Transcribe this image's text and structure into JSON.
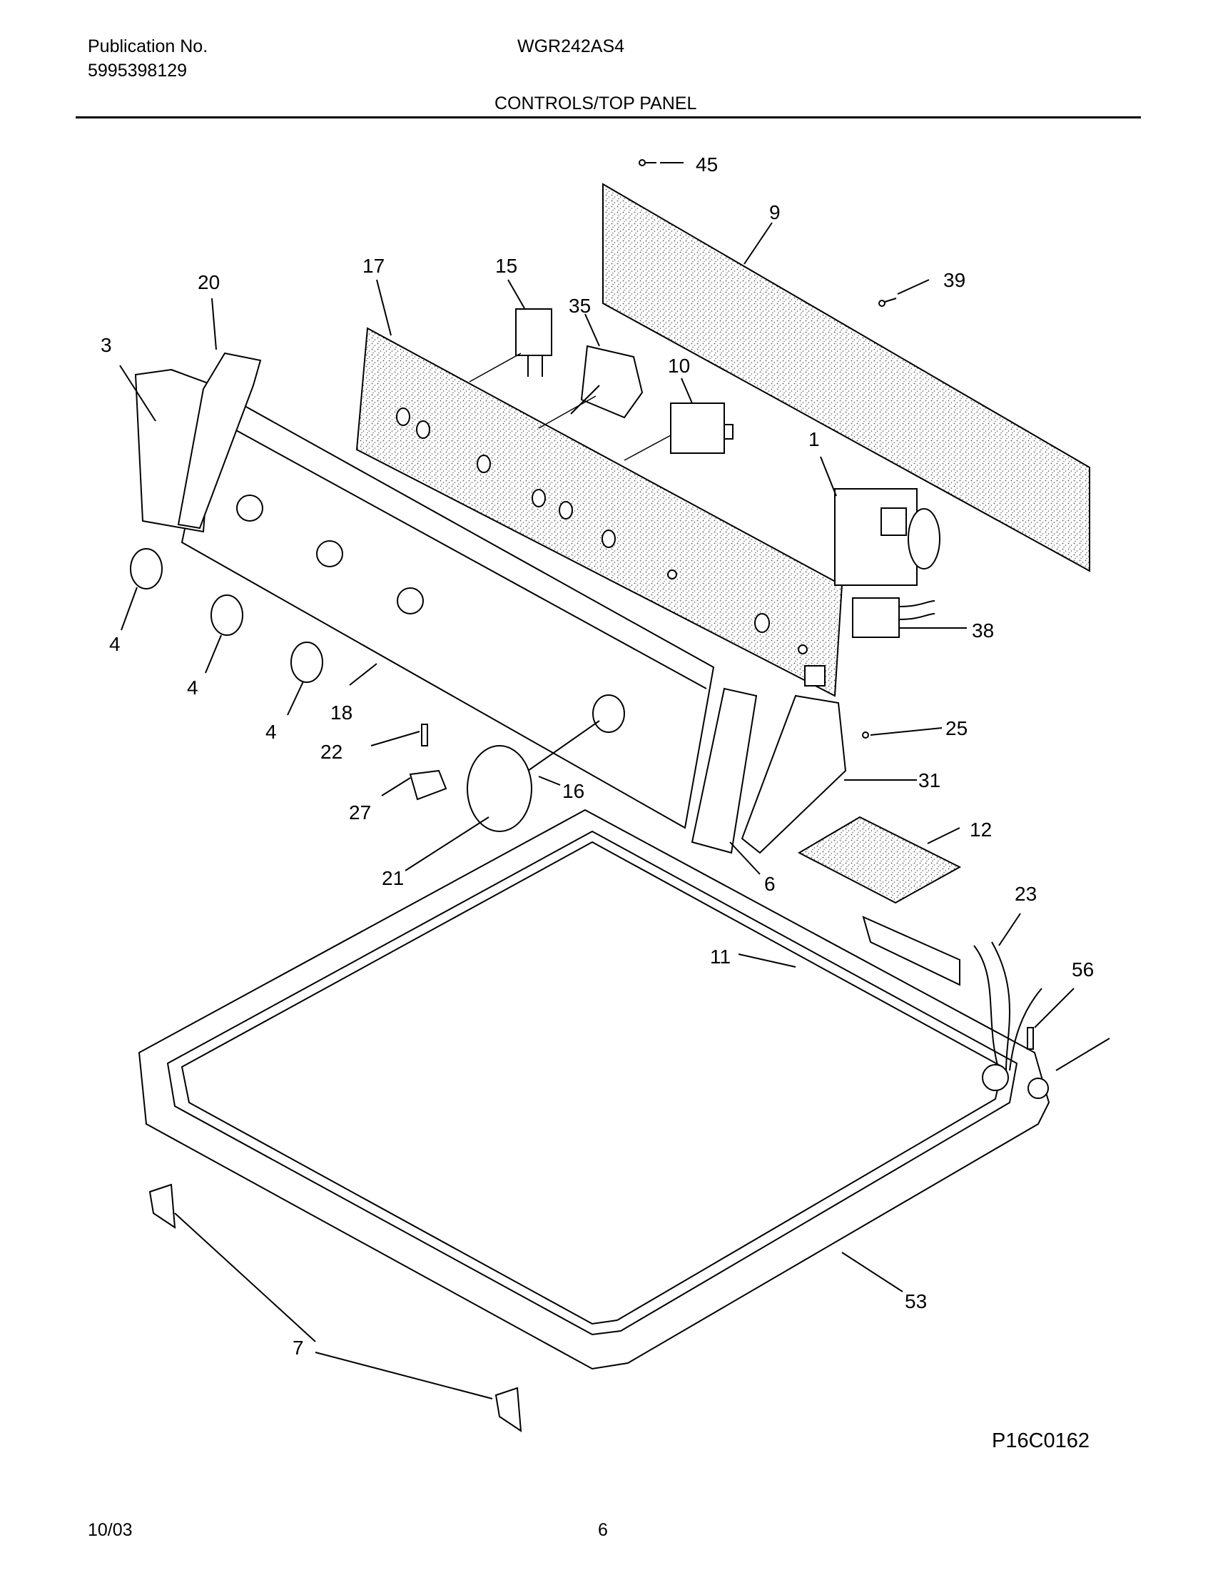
{
  "header": {
    "publication_label": "Publication No.",
    "publication_number": "5995398129",
    "model": "WGR242AS4",
    "section_title": "CONTROLS/TOP PANEL"
  },
  "figure_code": "P16C0162",
  "footer": {
    "date": "10/03",
    "page": "6"
  },
  "callouts": [
    "45",
    "9",
    "39",
    "20",
    "17",
    "15",
    "35",
    "10",
    "3",
    "1",
    "38",
    "4",
    "4",
    "4",
    "18",
    "25",
    "22",
    "16",
    "31",
    "27",
    "12",
    "21",
    "6",
    "23",
    "11",
    "56",
    "53",
    "7"
  ]
}
